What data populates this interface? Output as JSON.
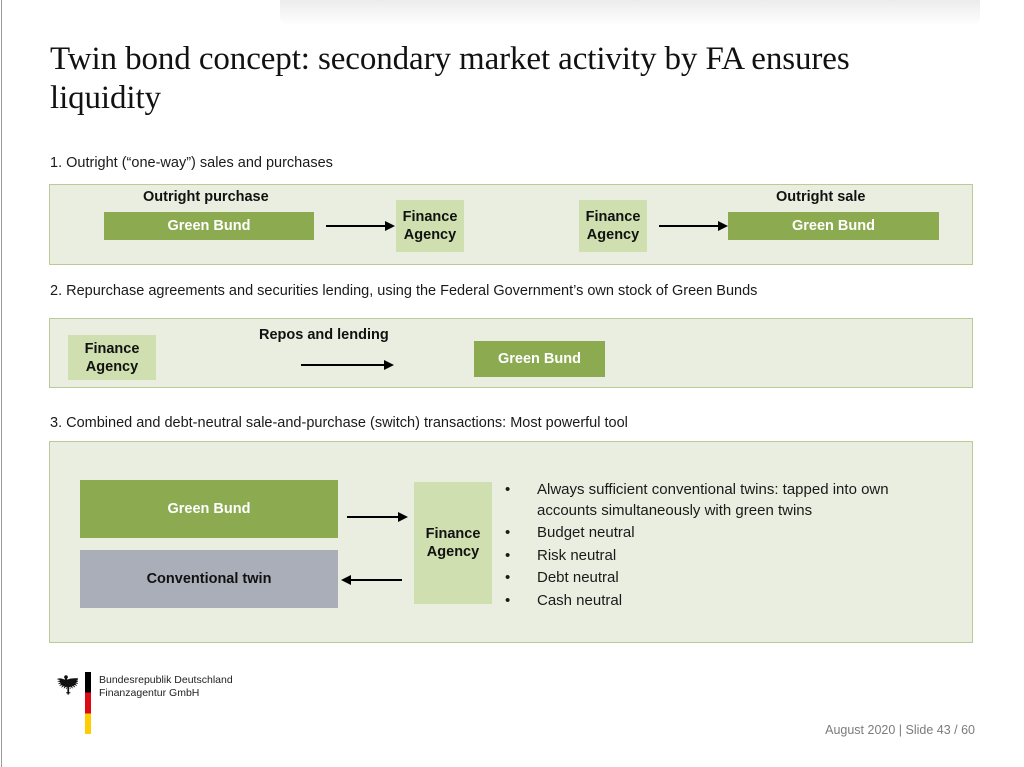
{
  "slide": {
    "title": "Twin bond concept: secondary market activity by FA ensures liquidity",
    "colors": {
      "green": "#8cab51",
      "light_green": "#cfdfaf",
      "grey": "#a9aeb8",
      "panel_bg": "#eaeee0",
      "panel_border": "#b9cc96",
      "footer_text": "#7b7b7b"
    }
  },
  "section1": {
    "heading": "1. Outright (“one-way”) sales and purchases",
    "caption_left": "Outright purchase",
    "caption_right": "Outright sale",
    "box_green_left": "Green Bund",
    "box_fa_left": "Finance Agency",
    "box_fa_right": "Finance Agency",
    "box_green_right": "Green Bund",
    "arrow_left_name": "arrow-right-purchase",
    "arrow_right_name": "arrow-right-sale"
  },
  "section2": {
    "heading": "2. Repurchase agreements and securities lending, using the Federal Government’s own stock of Green Bunds",
    "box_fa": "Finance Agency",
    "caption": "Repos and lending",
    "box_green": "Green Bund"
  },
  "section3": {
    "heading": "3. Combined and debt-neutral sale-and-purchase (switch) transactions: Most powerful tool",
    "box_green": "Green Bund",
    "box_conventional": "Conventional twin",
    "box_fa": "Finance Agency",
    "bullet_glyph": "•",
    "bullets": [
      "Always sufficient conventional twins: tapped into own accounts simultaneously with green twins",
      "Budget neutral",
      "Risk neutral",
      "Debt neutral",
      "Cash neutral"
    ]
  },
  "footer": {
    "logo_line1": "Bundesrepublik Deutschland",
    "logo_line2": "Finanzagentur GmbH",
    "meta": "August 2020  |  Slide 43 / 60"
  }
}
